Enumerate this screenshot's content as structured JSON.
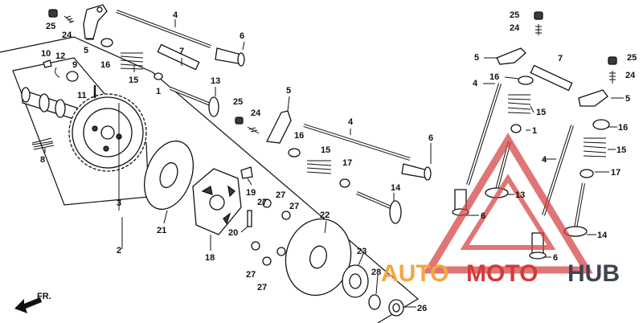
{
  "callouts": [
    {
      "id": "c1",
      "text": "25"
    },
    {
      "id": "c2",
      "text": "24"
    },
    {
      "id": "c3",
      "text": "4"
    },
    {
      "id": "c4",
      "text": "5"
    },
    {
      "id": "c5",
      "text": "16"
    },
    {
      "id": "c6",
      "text": "6"
    },
    {
      "id": "c7",
      "text": "7"
    },
    {
      "id": "c8",
      "text": "15"
    },
    {
      "id": "c9",
      "text": "1"
    },
    {
      "id": "c10",
      "text": "13"
    },
    {
      "id": "c11",
      "text": "10"
    },
    {
      "id": "c12",
      "text": "12"
    },
    {
      "id": "c13",
      "text": "9"
    },
    {
      "id": "c14",
      "text": "11"
    },
    {
      "id": "c15",
      "text": "8"
    },
    {
      "id": "c16",
      "text": "3"
    },
    {
      "id": "c17",
      "text": "2"
    },
    {
      "id": "c18",
      "text": "21"
    },
    {
      "id": "c19",
      "text": "18"
    },
    {
      "id": "c20",
      "text": "19"
    },
    {
      "id": "c21",
      "text": "20"
    },
    {
      "id": "c22",
      "text": "27"
    },
    {
      "id": "c23",
      "text": "27"
    },
    {
      "id": "c24",
      "text": "27"
    },
    {
      "id": "c25",
      "text": "27"
    },
    {
      "id": "c26",
      "text": "27"
    },
    {
      "id": "c27",
      "text": "22"
    },
    {
      "id": "c28",
      "text": "23"
    },
    {
      "id": "c29",
      "text": "28"
    },
    {
      "id": "c30",
      "text": "26"
    },
    {
      "id": "c31",
      "text": "5"
    },
    {
      "id": "c32",
      "text": "25"
    },
    {
      "id": "c33",
      "text": "24"
    },
    {
      "id": "c34",
      "text": "16"
    },
    {
      "id": "c35",
      "text": "4"
    },
    {
      "id": "c36",
      "text": "15"
    },
    {
      "id": "c37",
      "text": "17"
    },
    {
      "id": "c38",
      "text": "6"
    },
    {
      "id": "c39",
      "text": "14"
    },
    {
      "id": "c40",
      "text": "25"
    },
    {
      "id": "c41",
      "text": "24"
    },
    {
      "id": "c42",
      "text": "5"
    },
    {
      "id": "c43",
      "text": "7"
    },
    {
      "id": "c44",
      "text": "25"
    },
    {
      "id": "c45",
      "text": "24"
    },
    {
      "id": "c46",
      "text": "4"
    },
    {
      "id": "c47",
      "text": "16"
    },
    {
      "id": "c48",
      "text": "5"
    },
    {
      "id": "c49",
      "text": "15"
    },
    {
      "id": "c50",
      "text": "1"
    },
    {
      "id": "c51",
      "text": "16"
    },
    {
      "id": "c52",
      "text": "4"
    },
    {
      "id": "c53",
      "text": "15"
    },
    {
      "id": "c54",
      "text": "13"
    },
    {
      "id": "c55",
      "text": "17"
    },
    {
      "id": "c56",
      "text": "6"
    },
    {
      "id": "c57",
      "text": "14"
    },
    {
      "id": "c58",
      "text": "6"
    }
  ],
  "direction_label": "FR.",
  "watermark": {
    "part1": "AUTO",
    "part2": "MOTO",
    "part3": "HUB",
    "color_primary": "#f4a640",
    "color_secondary": "#d33a3a",
    "color_tertiary": "#3d4450"
  }
}
